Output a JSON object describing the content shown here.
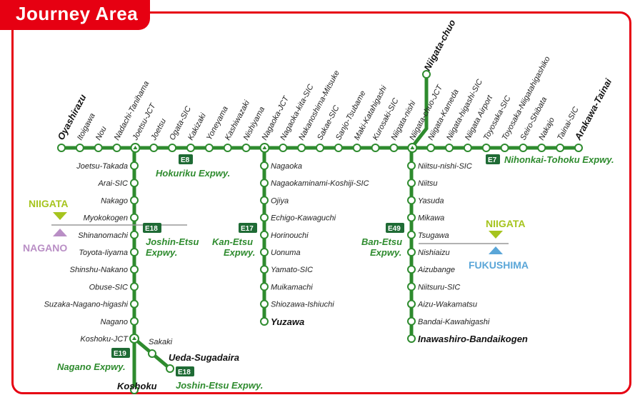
{
  "title": "Journey Area",
  "colors": {
    "frame": "#e60012",
    "line": "#2e8b2e",
    "niigata": "#a6c41e",
    "nagano": "#b98ec5",
    "fukushima": "#5aa6d8"
  },
  "top_line": {
    "stations": [
      "Oyashirazu",
      "Itoigawa",
      "Nou",
      "Nadachi-Tanihama",
      "Joetsu-JCT",
      "Joetsu",
      "Ogata-SIC",
      "Kakizaki",
      "Yoneyama",
      "Kashiwazaki",
      "Nishiyama",
      "Nagaoka-JCT",
      "Nagaoka-kita-SIC",
      "Nakanoshima-Mitsuke",
      "Sakae-SIC",
      "Sanjo-Tsubame",
      "Maki-Katahigashi",
      "Kurosaki-SIC",
      "Niigata-nishi",
      "Niigata-chuo-JCT",
      "Niigata-Kameda",
      "Niigata-higashi-SIC",
      "Niigata Airport",
      "Toyosaka-SIC",
      "Toyosaka-Niigatahigashiko",
      "Seiro-Shibata",
      "Nakajo",
      "Tainai-SIC",
      "Arakawa-Tainai"
    ],
    "bold": [
      "Oyashirazu",
      "Arakawa-Tainai"
    ]
  },
  "branch_chuo": {
    "station": "Niigata-chuo"
  },
  "joshinetsu": {
    "stations": [
      "Joetsu-Takada",
      "Arai-SIC",
      "Nakago",
      "Myokokogen",
      "Shinanomachi",
      "Toyota-Iiyama",
      "Shinshu-Nakano",
      "Obuse-SIC",
      "Suzaka-Nagano-higashi",
      "Nagano",
      "Koshoku-JCT"
    ],
    "end": "Koshoku"
  },
  "ueda_branch": {
    "stations": [
      "Sakaki"
    ],
    "end": "Ueda-Sugadaira"
  },
  "kanetsu": {
    "stations": [
      "Nagaoka",
      "Nagaokaminami-Koshiji-SIC",
      "Ojiya",
      "Echigo-Kawaguchi",
      "Horinouchi",
      "Uonuma",
      "Yamato-SIC",
      "Muikamachi",
      "Shiozawa-Ishiuchi"
    ],
    "end": "Yuzawa"
  },
  "banetsu": {
    "stations": [
      "Niitsu-nishi-SIC",
      "Niitsu",
      "Yasuda",
      "Mikawa",
      "Tsugawa",
      "Nishiaizu",
      "Aizubange",
      "Niitsuru-SIC",
      "Aizu-Wakamatsu",
      "Bandai-Kawahigashi"
    ],
    "end": "Inawashiro-Bandaikogen"
  },
  "expressways": {
    "e8": {
      "badge": "E8",
      "name": "Hokuriku Expwy."
    },
    "e7": {
      "badge": "E7",
      "name": "Nihonkai-Tohoku Expwy."
    },
    "e18a": {
      "badge": "E18",
      "name1": "Joshin-Etsu",
      "name2": "Expwy."
    },
    "e17": {
      "badge": "E17",
      "name1": "Kan-Etsu",
      "name2": "Expwy."
    },
    "e49": {
      "badge": "E49",
      "name1": "Ban-Etsu",
      "name2": "Expwy."
    },
    "e19": {
      "badge": "E19",
      "name": "Nagano Expwy."
    },
    "e18b": {
      "badge": "E18",
      "name": "Joshin-Etsu Expwy."
    }
  },
  "prefectures": {
    "niigata_left": "NIIGATA",
    "nagano": "NAGANO",
    "niigata_right": "NIIGATA",
    "fukushima": "FUKUSHIMA"
  }
}
